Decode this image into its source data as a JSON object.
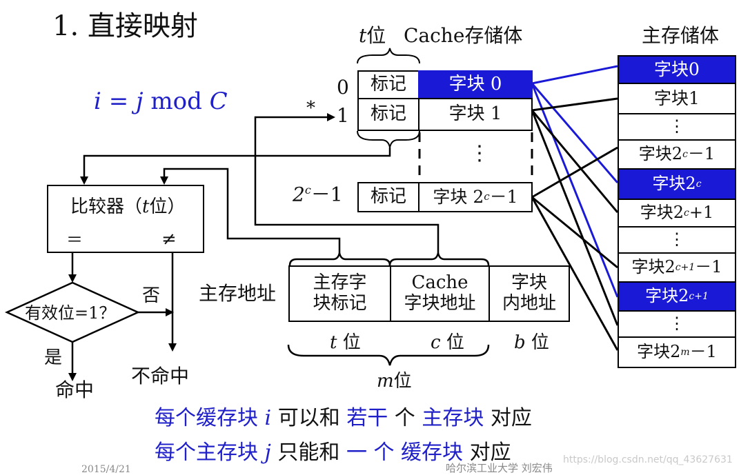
{
  "slide": {
    "title": "1. 直接映射",
    "formula": {
      "i": "i",
      "eq": "=",
      "j": "j",
      "mod": "mod",
      "C": "C"
    }
  },
  "cache": {
    "t_label_var": "t",
    "t_label_unit": "位",
    "title": "Cache存储体",
    "asterisk": "*",
    "rows": [
      {
        "index": "0",
        "tag": "标记",
        "block": "字块 0",
        "highlight": true
      },
      {
        "index": "1",
        "tag": "标记",
        "block": "字块 1",
        "highlight": false
      },
      {
        "index_base": "2",
        "index_sup": "c",
        "index_rest": "－1",
        "tag": "标记",
        "block_base": "字块 2",
        "block_sup": "c",
        "block_rest": "－1",
        "highlight": false
      }
    ],
    "ellipsis": "⋮"
  },
  "main_memory": {
    "title": "主存储体",
    "blocks": [
      {
        "text": "字块0",
        "highlight": true
      },
      {
        "text": "字块1",
        "highlight": false
      },
      {
        "text": "⋮",
        "highlight": false
      },
      {
        "base": "字块2",
        "sup": "c",
        "rest": "－1",
        "highlight": false
      },
      {
        "base": "字块2",
        "sup": "c",
        "rest": "",
        "highlight": true
      },
      {
        "base": "字块2",
        "sup": "c",
        "rest": " +1",
        "highlight": false
      },
      {
        "text": "⋮",
        "highlight": false
      },
      {
        "base": "字块2",
        "sup": "c+1",
        "rest": "－1",
        "highlight": false
      },
      {
        "base": "字块2",
        "sup": "c+1",
        "rest": "",
        "highlight": true
      },
      {
        "text": "⋮",
        "highlight": false
      },
      {
        "base": "字块2",
        "sup": "m",
        "rest": "－1",
        "highlight": false
      }
    ]
  },
  "comparator": {
    "label_pre": "比较器（",
    "label_var": "t",
    "label_post": "位）",
    "eq": "＝",
    "neq": "≠"
  },
  "valid_check": {
    "question": "有效位=1？",
    "no_label": "否",
    "yes_label": "是",
    "hit": "命中",
    "miss": "不命中"
  },
  "address": {
    "label": "主存地址",
    "fields": [
      {
        "line1": "主存字",
        "line2": "块标记"
      },
      {
        "line1": "Cache",
        "line2": "字块地址"
      },
      {
        "line1": "字块",
        "line2": "内地址"
      }
    ],
    "bits": {
      "t_var": "t",
      "c_var": "c",
      "b_var": "b",
      "unit": "位"
    },
    "total_var": "m",
    "total_unit": "位"
  },
  "notes": {
    "line1": {
      "a": "每个缓存块",
      "b": "i",
      "c": "可以和",
      "d": "若干",
      "e": "个",
      "f": "主存块",
      "g": "对应"
    },
    "line2": {
      "a": "每个主存块",
      "b": "j",
      "c": "只能和",
      "d": "一 个",
      "e": "缓存块",
      "f": "对应"
    }
  },
  "footer": {
    "date": "2015/4/21",
    "author": "哈尔滨工业大学 刘宏伟",
    "watermark": "https://blog.csdn.net/qq_43627631"
  },
  "colors": {
    "accent_blue": "#1a1ad6",
    "text_blue": "#2020c8",
    "line": "#000000"
  }
}
